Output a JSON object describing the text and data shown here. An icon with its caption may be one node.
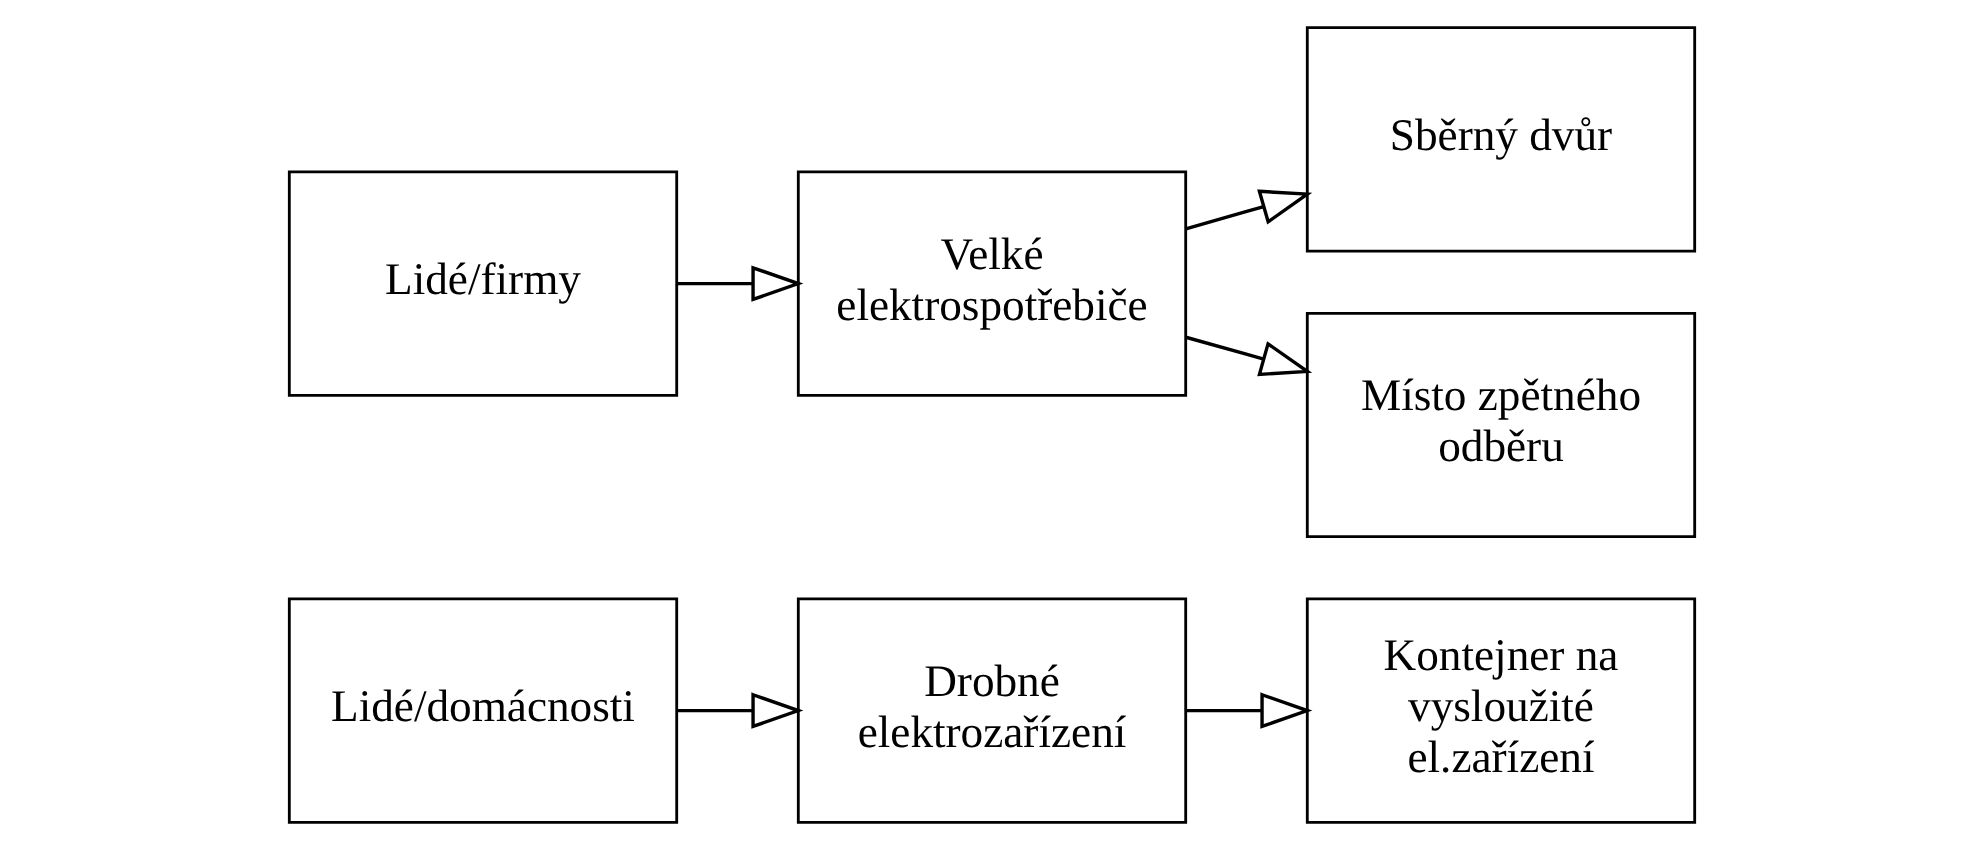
{
  "diagram": {
    "nodes": [
      {
        "text": [
          "Lidé/domácnosti"
        ]
      },
      {
        "text": [
          "Drobné elektrozařízení"
        ]
      },
      {
        "text": [
          "Kontejner na vysloužité el.zařízení"
        ]
      },
      {
        "text": [
          "Lidé/firmy"
        ]
      },
      {
        "text": [
          "Velké elektrospotřebiče"
        ]
      },
      {
        "text": [
          "Sběrný dvůr"
        ]
      },
      {
        "text": [
          "Místo zpětného odběru"
        ]
      }
    ],
    "edges": [
      {
        "from": 0,
        "to": 1,
        "arrow": "to"
      },
      {
        "from": 1,
        "to": 2,
        "arrow": "to"
      },
      {
        "from": 3,
        "to": 4,
        "arrow": "to"
      },
      {
        "from": 4,
        "to": 5,
        "arrow": "to"
      },
      {
        "from": 4,
        "to": 6,
        "arrow": "to"
      }
    ]
  }
}
